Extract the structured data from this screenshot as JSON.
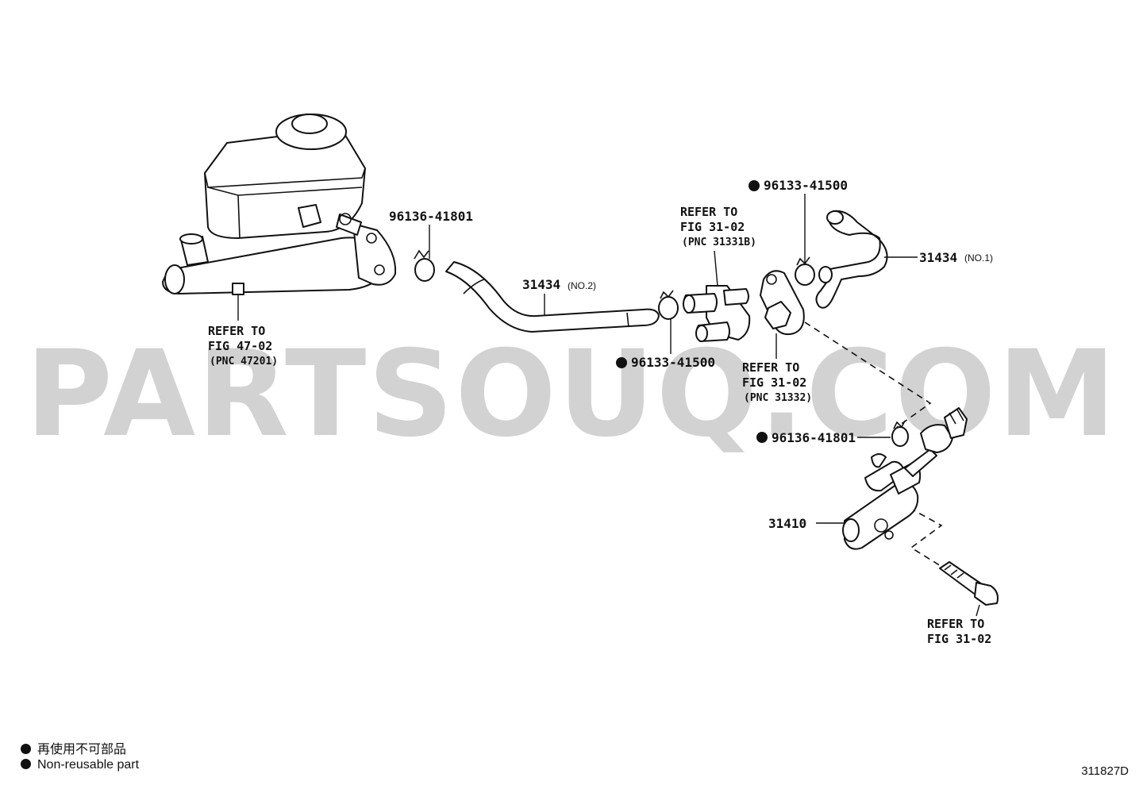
{
  "watermark": "PARTSOUQ.COM",
  "callouts": {
    "master_cyl_ref": {
      "line1": "REFER TO",
      "line2": "FIG 47-02",
      "line3": "(PNC 47201)"
    },
    "clamp_left": "96136-41801",
    "hose_no2_num": "31434",
    "hose_no2_suffix": "(NO.2)",
    "clamp_mid": "96133-41500",
    "union_ref_top": {
      "line1": "REFER TO",
      "line2": "FIG 31-02",
      "line3": "(PNC 31331B)"
    },
    "union_ref_bottom": {
      "line1": "REFER TO",
      "line2": "FIG 31-02",
      "line3": "(PNC 31332)"
    },
    "clamp_top_right": "96133-41500",
    "hose_no1_num": "31434",
    "hose_no1_suffix": "(NO.1)",
    "clamp_lower_right": "96136-41801",
    "cylinder": "31410",
    "bolt_ref": {
      "line1": "REFER TO",
      "line2": "FIG 31-02"
    }
  },
  "legend": {
    "japanese": "再使用不可部品",
    "english": "Non-reusable part"
  },
  "figure_code": "311827D"
}
